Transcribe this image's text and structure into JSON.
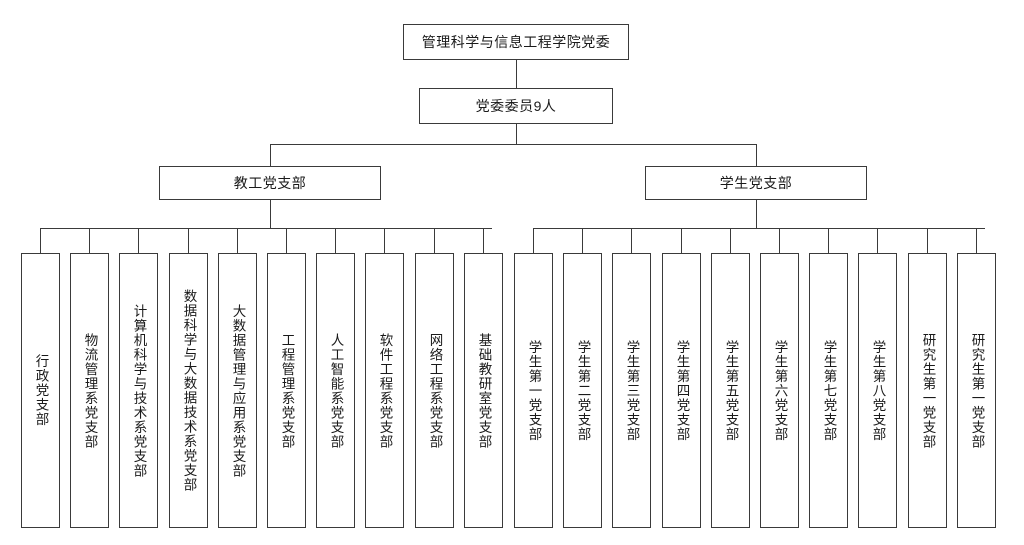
{
  "diagram": {
    "title_text": "管理科学与信息工程学院党委",
    "level2_text": "党委委员9人",
    "branch_faculty_label": "教工党支部",
    "branch_student_label": "学生党支部",
    "faculty_branches": [
      {
        "label": "行政党支部"
      },
      {
        "label": "物流管理系党支部"
      },
      {
        "label": "计算机科学与技术系党支部"
      },
      {
        "label": "数据科学与大数据技术系党支部"
      },
      {
        "label": "大数据管理与应用系党支部"
      },
      {
        "label": "工程管理系党支部"
      },
      {
        "label": "人工智能系党支部"
      },
      {
        "label": "软件工程系党支部"
      },
      {
        "label": "网络工程系党支部"
      },
      {
        "label": "基础教研室党支部"
      }
    ],
    "student_branches": [
      {
        "label": "学生第一党支部"
      },
      {
        "label": "学生第二党支部"
      },
      {
        "label": "学生第三党支部"
      },
      {
        "label": "学生第四党支部"
      },
      {
        "label": "学生第五党支部"
      },
      {
        "label": "学生第六党支部"
      },
      {
        "label": "学生第七党支部"
      },
      {
        "label": "学生第八党支部"
      },
      {
        "label": "研究生第一党支部"
      },
      {
        "label": "研究生第一党支部"
      }
    ],
    "colors": {
      "line": "#3a3a3a",
      "box_fill": "#ffffff",
      "text": "#1a1a1a"
    }
  }
}
